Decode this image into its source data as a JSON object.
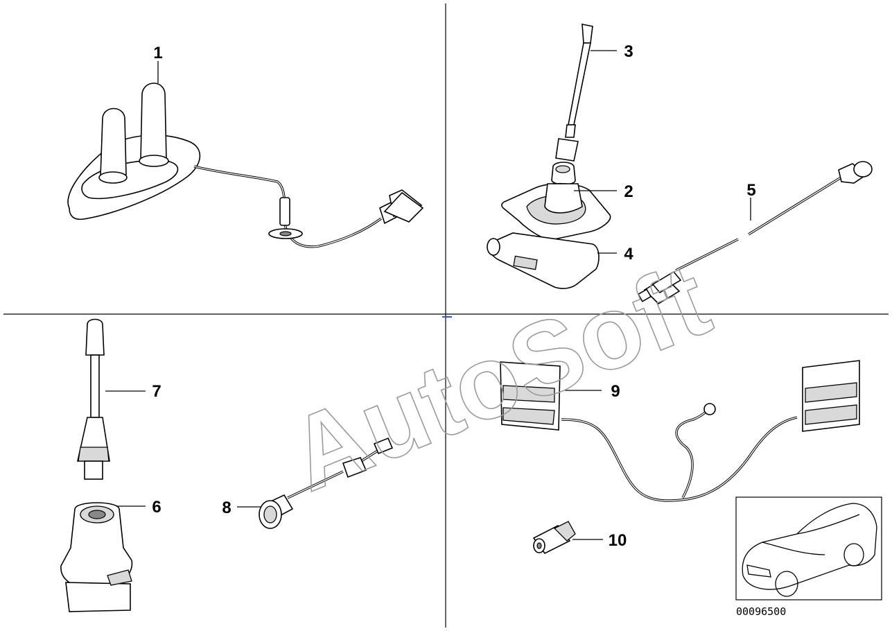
{
  "diagram": {
    "watermark": "AutoSoft",
    "reference_number": "00096500",
    "labels": [
      {
        "id": "1",
        "text": "1"
      },
      {
        "id": "2",
        "text": "2"
      },
      {
        "id": "3",
        "text": "3"
      },
      {
        "id": "4",
        "text": "4"
      },
      {
        "id": "5",
        "text": "5"
      },
      {
        "id": "6",
        "text": "6"
      },
      {
        "id": "7",
        "text": "7"
      },
      {
        "id": "8",
        "text": "8"
      },
      {
        "id": "9",
        "text": "9"
      },
      {
        "id": "10",
        "text": "10"
      }
    ]
  }
}
